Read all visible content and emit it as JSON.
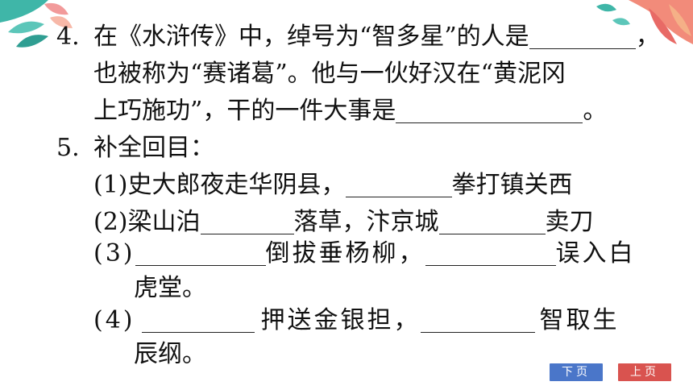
{
  "q4": {
    "number": "4.",
    "line1_pre": "在《水浒传》中，绰号为“智多星”的人是",
    "line1_post": "，",
    "line2": "也被称为“赛诸葛”。他与一伙好汉在“黄泥冈",
    "line3_pre": "上巧施功”，干的一件大事是",
    "line3_post": "。"
  },
  "q5": {
    "number": "5.",
    "title": "补全回目：",
    "item1": {
      "num": "(1)",
      "pre": "史大郎夜走华阴县，",
      "post": "拳打镇关西"
    },
    "item2": {
      "num": "(2)",
      "pre": "梁山泊",
      "mid": "落草，汴京城",
      "post": "卖刀"
    },
    "item3": {
      "num": "(3)",
      "mid": "倒拔垂杨柳，",
      "post": "误入白",
      "cont": "虎堂。"
    },
    "item4": {
      "num": "(4)",
      "mid": "押送金银担，",
      "post": "智取生",
      "cont": "辰纲。"
    }
  },
  "nav": {
    "next_label": "下页",
    "prev_label": "上页"
  },
  "colors": {
    "next_button": "#4a76c9",
    "prev_button": "#d9534f"
  }
}
